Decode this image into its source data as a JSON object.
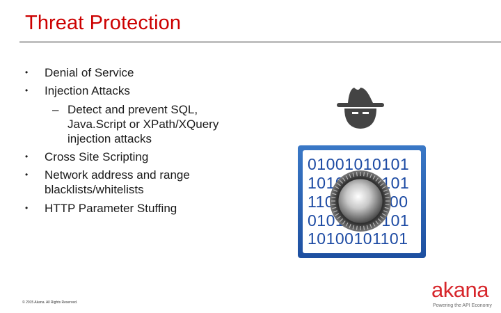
{
  "slide": {
    "title": "Threat Protection",
    "bullets": [
      {
        "text": "Denial of Service"
      },
      {
        "text": "Injection Attacks"
      },
      {
        "text": "Cross Site Scripting"
      },
      {
        "text": "Network address and range"
      },
      {
        "text": "HTTP Parameter Stuffing"
      }
    ],
    "bullet_char": "•",
    "sub_dash": "–",
    "sub_bullet_lines": [
      "Detect and prevent SQL,",
      "Java.Script or XPath/XQuery",
      "injection attacks"
    ],
    "network_continuation": "blacklists/whitelists",
    "binary_rows": [
      "01001010101",
      "10101010101",
      "11001010000",
      "01010010101",
      "10100101101"
    ],
    "footer": "© 2015 Akana. All Rights Reserved.",
    "logo": {
      "word": "akana",
      "tagline": "Powering the API Economy"
    },
    "colors": {
      "title": "#cc0000",
      "logo": "#d7262b",
      "binary_text": "#1c4aa3",
      "hat": "#444444"
    },
    "icons": [
      "spy-hat-icon",
      "binary-lock-icon"
    ]
  }
}
